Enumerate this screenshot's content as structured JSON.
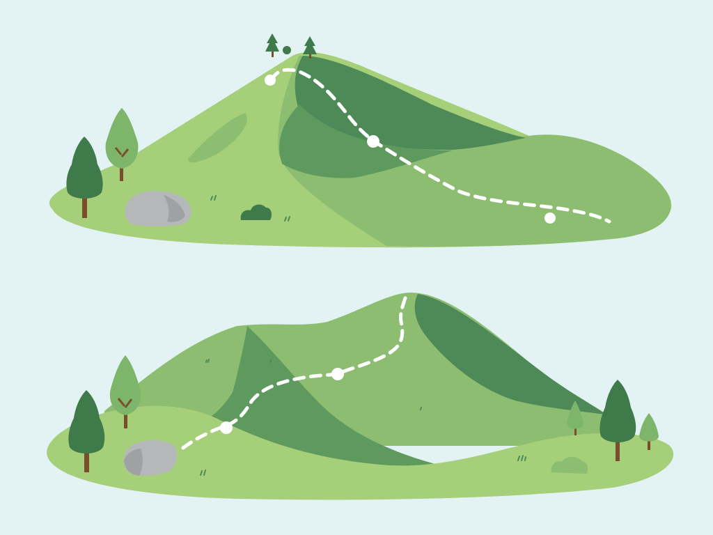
{
  "palette": {
    "background": "#e3f3f3",
    "meadow_light": "#a6cf7a",
    "hill_mid": "#8cbd70",
    "hill_dark": "#5e9a5e",
    "hill_darkest": "#4e8a57",
    "tree_dark": "#3f7a4a",
    "tree_light": "#7db56a",
    "trunk": "#7a4e2c",
    "rock": "#b5b8b8",
    "rock_shadow": "#9ea2a2",
    "path": "#ffffff"
  },
  "scenes": [
    {
      "id": "top-hill",
      "trail": "dashed-trail",
      "waypoints": 3,
      "trees": 5,
      "rocks": 1,
      "bushes": 1
    },
    {
      "id": "bottom-hill",
      "trail": "dashed-trail",
      "waypoints": 2,
      "trees": 5,
      "rocks": 1,
      "bushes": 1
    }
  ]
}
